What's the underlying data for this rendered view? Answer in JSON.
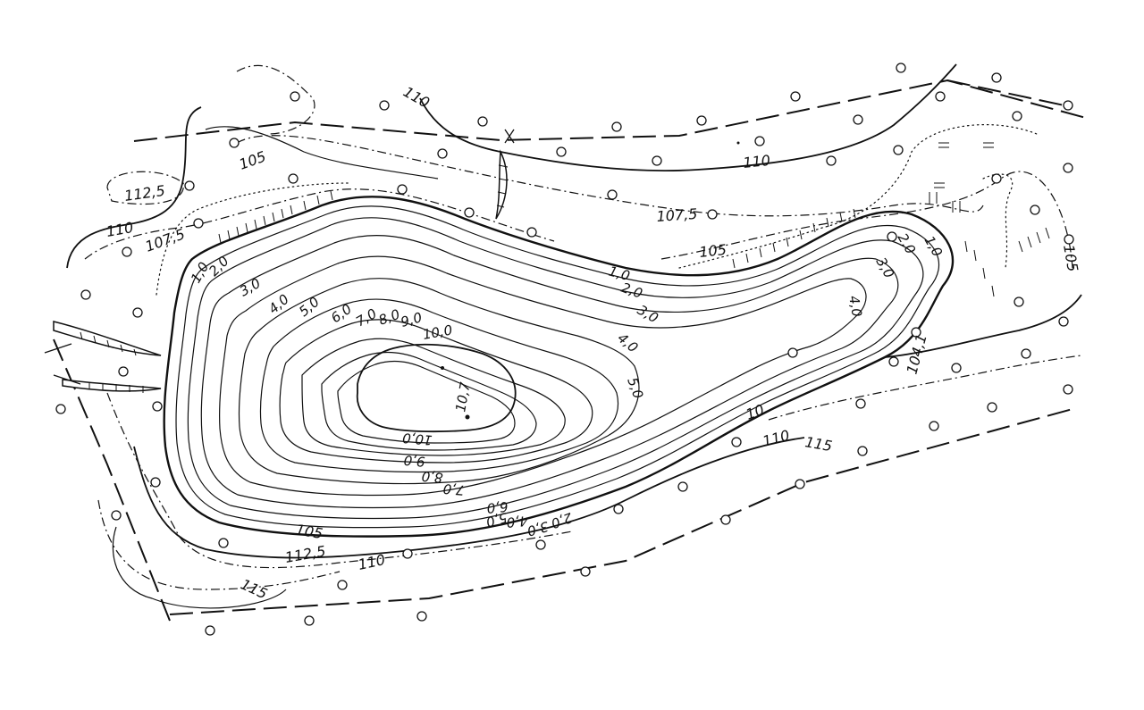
{
  "contours": {
    "outer_110": "110",
    "outer_110_top": "110",
    "outer_1125": "112,5",
    "outer_110_left": "110",
    "outer_1075_left": "107,5",
    "outer_105_top": "105",
    "outer_1075_mid": "107,5",
    "outer_105_mid": "105",
    "outer_105_right": "105",
    "outer_115_bottom": "115",
    "outer_1125_bottom": "112,5",
    "outer_110_bottom": "110",
    "outer_105_bottom": "105",
    "outer_110_br": "110",
    "outer_115_br": "115",
    "outer_10_br": "10",
    "level_1041": "104,1"
  },
  "depths": {
    "d10_left": "1,0",
    "d20_left": "2,0",
    "d30_left": "3,0",
    "d40_left": "4,0",
    "d50_left": "5,0",
    "d60": "6,0",
    "d70": "7,0",
    "d80": "8,0",
    "d90": "9,0",
    "d100": "10,0",
    "max": "10,7",
    "d10_mid": "1,0",
    "d20_mid": "2,0",
    "d30_mid": "3,0",
    "d40_mid": "4,0",
    "d50_mid": "5,0",
    "d10_right": "1,0",
    "d20_right": "2,0",
    "d30_right": "3,0",
    "d40_right": "4,0",
    "b100": "10,0",
    "b90": "9,0",
    "b80": "8,0",
    "b70": "7,0",
    "b60": "6,0",
    "b50": "5,0",
    "b40": "4,0",
    "b30": "3,0",
    "b20": "2,0"
  }
}
